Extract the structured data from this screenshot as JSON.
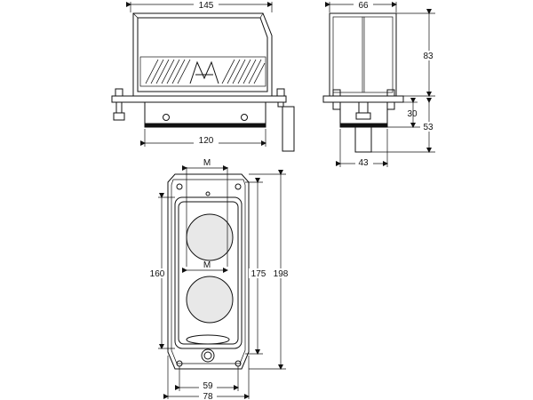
{
  "dimensions": {
    "front_width": "145",
    "base_width": "120",
    "side_width": "66",
    "height": "83",
    "mount_height": "30",
    "total_height": "53",
    "base_depth": "43",
    "hole_spacing_top": "M",
    "hole_spacing_mid": "M",
    "inner_height": "160",
    "plate_height": "175",
    "overall_height": "198",
    "hole_pitch": "59",
    "plate_width": "78"
  },
  "colors": {
    "line": "#111111",
    "gasket": "#111111",
    "background": "#ffffff"
  }
}
